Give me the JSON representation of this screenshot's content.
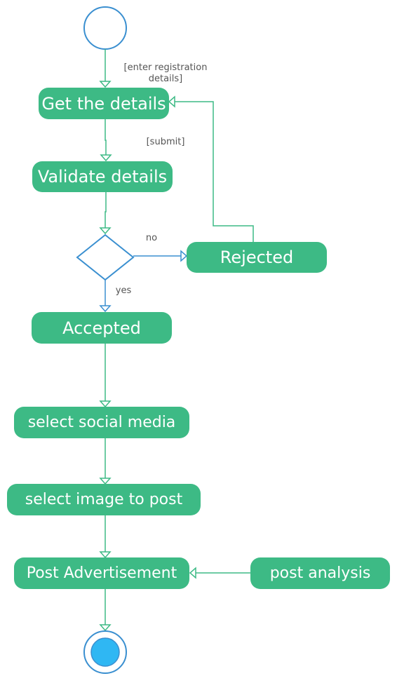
{
  "diagram": {
    "nodes": {
      "get_details": "Get the details",
      "validate": "Validate details",
      "rejected": "Rejected",
      "accepted": "Accepted",
      "select_social": "select social media",
      "select_image": "select image to post",
      "post_ad": "Post Advertisement",
      "post_analysis": "post analysis"
    },
    "guards": {
      "enter_registration_line1": "[enter registration",
      "enter_registration_line2": "details]",
      "submit": "[submit]",
      "no": "no",
      "yes": "yes"
    }
  },
  "colors": {
    "node_fill": "#3dba85",
    "flow_line": "#3dba85",
    "decision_line": "#3a8fd0",
    "start_stroke": "#3a8fd0",
    "end_fill": "#2fb7f3"
  }
}
